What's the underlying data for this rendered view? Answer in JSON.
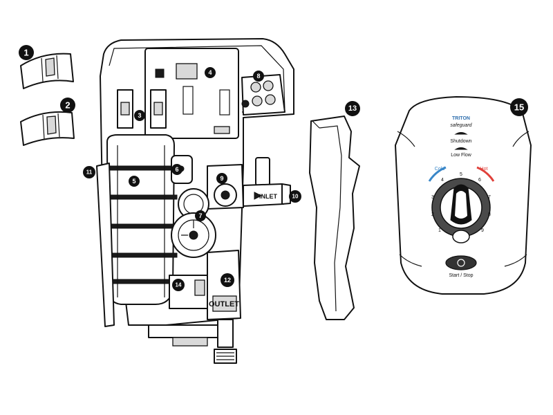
{
  "callouts": [
    "1",
    "2",
    "3",
    "4",
    "5",
    "6",
    "7",
    "8",
    "9",
    "10",
    "11",
    "12",
    "13",
    "14",
    "15"
  ],
  "unit_texts": {
    "inlet": "INLET",
    "outlet": "OUTLET",
    "dial_numbers": [
      "1",
      "2",
      "3",
      "4",
      "5",
      "6",
      "7",
      "8",
      "9"
    ],
    "cold": "Cold",
    "hot": "Hot"
  },
  "front_cover": {
    "brand": "TRITON",
    "model": "safeguard",
    "shutdown": "Shutdown",
    "low_flow": "Low Flow",
    "start_stop": "Start / Stop",
    "cold_label": "Cold",
    "hot_label": "Hot",
    "dial_numbers": [
      "1",
      "2",
      "3",
      "4",
      "5",
      "6",
      "7",
      "8",
      "9"
    ]
  },
  "colors": {
    "cold_arc": "#3a87c8",
    "hot_arc": "#e0403a",
    "brand_blue": "#2f6fae",
    "callout_fill": "#111111"
  }
}
